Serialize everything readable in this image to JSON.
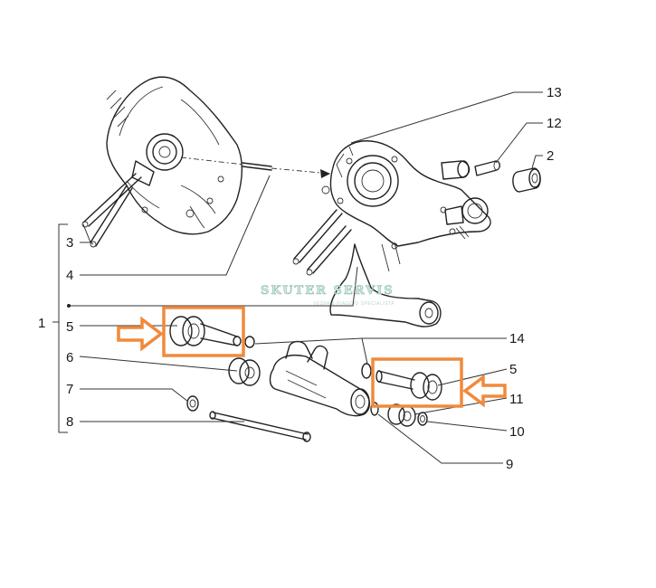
{
  "watermark": {
    "title": "SKUTER SERVIS",
    "subtitle": "VESPA & PIAGGIO SPECIALISTA"
  },
  "labels": {
    "n1": "1",
    "n2": "2",
    "n3": "3",
    "n4": "4",
    "n5_left": "5",
    "n5_right": "5",
    "n6": "6",
    "n7": "7",
    "n8": "8",
    "n9": "9",
    "n10": "10",
    "n11": "11",
    "n12": "12",
    "n13": "13",
    "n14": "14"
  },
  "colors": {
    "highlight": "#f08a3c",
    "ink": "#222222"
  }
}
